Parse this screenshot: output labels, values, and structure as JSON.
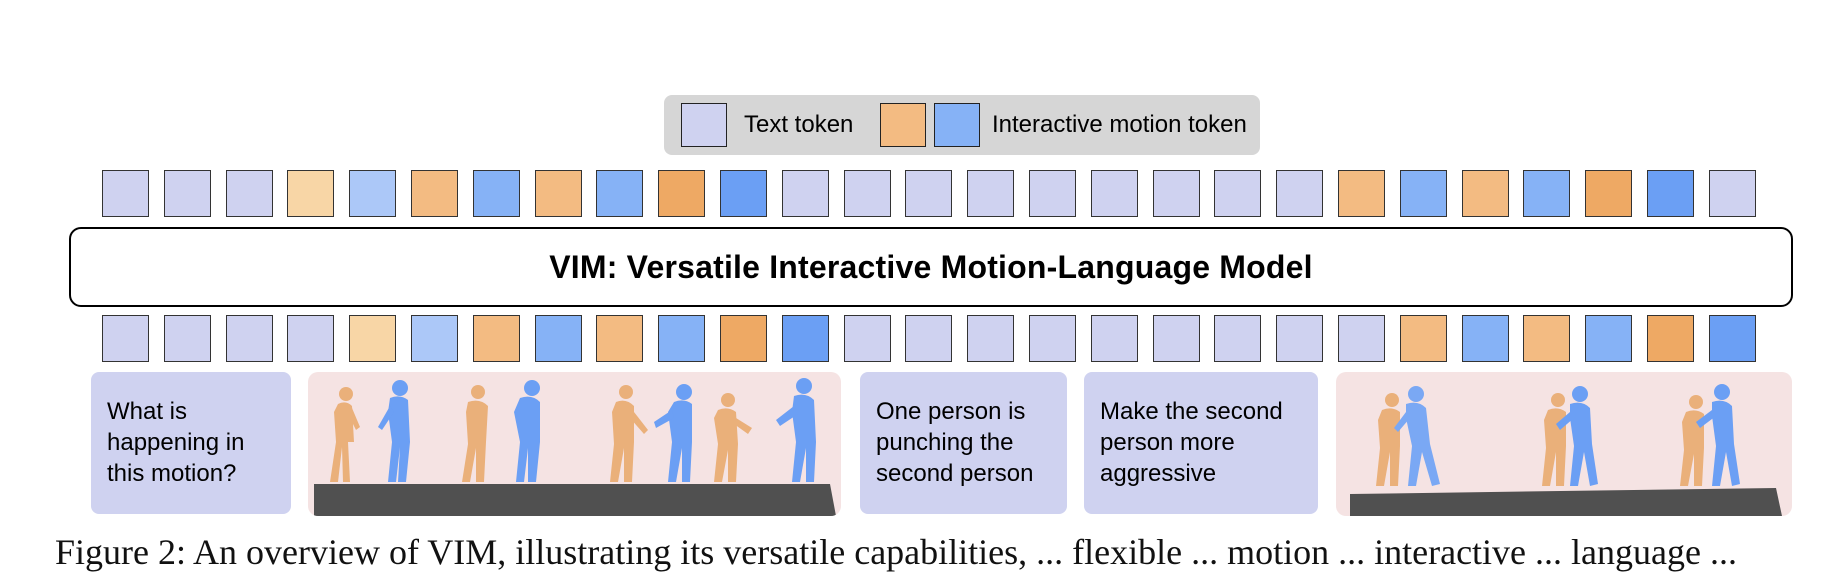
{
  "legend": {
    "text_token_label": "Text token",
    "motion_token_label": "Interactive motion token"
  },
  "model": {
    "title": "VIM: Versatile Interactive Motion-Language Model"
  },
  "colors": {
    "text_token": "#cfd2f0",
    "orange_token": "#f3bb82",
    "blue_token": "#86b2f6",
    "light_orange": "#f8d6a6",
    "light_blue": "#acc8f8",
    "dark_orange": "#eea964",
    "dark_blue": "#6b9ff4",
    "panel_bg": "#f5e3e3",
    "text_box_bg": "#cfd2f0"
  },
  "top_tokens": [
    "T",
    "T",
    "T",
    "o1",
    "b1",
    "o2",
    "b2",
    "o2",
    "b2",
    "o3",
    "b3",
    "T",
    "T",
    "T",
    "T",
    "T",
    "T",
    "T",
    "T",
    "T",
    "o2",
    "b2",
    "o2",
    "b2",
    "o3",
    "b3",
    "T"
  ],
  "bottom_tokens": [
    "T",
    "T",
    "T",
    "T",
    "o1",
    "b1",
    "o2",
    "b2",
    "o2",
    "b2",
    "o3",
    "b3",
    "T",
    "T",
    "T",
    "T",
    "T",
    "T",
    "T",
    "T",
    "T",
    "o2",
    "b2",
    "o2",
    "b2",
    "o3",
    "b3"
  ],
  "inputs": {
    "question": [
      "What is",
      "happening in",
      "this motion?"
    ],
    "answer": [
      "One person is",
      "punching the",
      "second person"
    ],
    "instruction": [
      "Make the second",
      "person more",
      "aggressive"
    ]
  },
  "caption": "Figure 2:  An overview of VIM, illustrating its versatile capabilities, ... flexible ... motion ... interactive ... language ... "
}
